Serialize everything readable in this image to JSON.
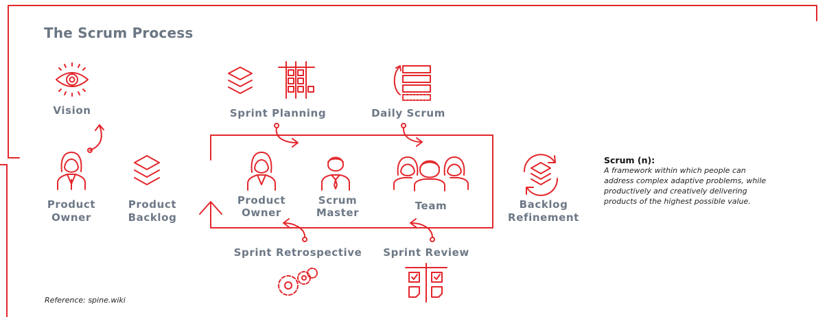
{
  "title": "The Scrum Process",
  "labels": {
    "vision": "Vision",
    "sprint_planning": "Sprint Planning",
    "daily_scrum": "Daily Scrum",
    "product_owner_left_1": "Product",
    "product_owner_left_2": "Owner",
    "product_backlog_1": "Product",
    "product_backlog_2": "Backlog",
    "product_owner_inner_1": "Product",
    "product_owner_inner_2": "Owner",
    "scrum_master_1": "Scrum",
    "scrum_master_2": "Master",
    "team": "Team",
    "backlog_refinement_1": "Backlog",
    "backlog_refinement_2": "Refinement",
    "sprint_retrospective": "Sprint Retrospective",
    "sprint_review": "Sprint Review"
  },
  "definition": {
    "term": "Scrum (n):",
    "text": "A framework within which people can address complex adaptive problems, while productively and creatively delivering products of the highest possible value."
  },
  "reference": "Reference: spine.wiki",
  "colors": {
    "accent": "#e3262b",
    "label": "#6d7886",
    "title": "#6b7683"
  },
  "icons": [
    "eye-icon",
    "layers-icon",
    "board-icon",
    "list-icon",
    "person-icon",
    "team-icon",
    "refresh-icon",
    "gears-icon",
    "checklist-icon"
  ]
}
